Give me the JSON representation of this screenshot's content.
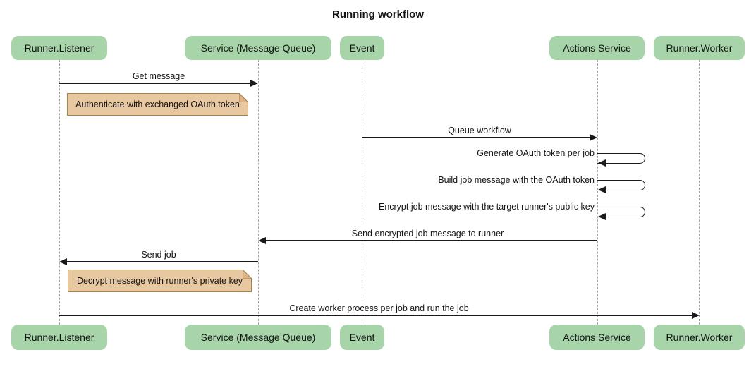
{
  "title": "Running workflow",
  "diagram_type": "sequence-diagram",
  "colors": {
    "participant_fill": "#a8d4a9",
    "note_fill": "#e8c8a0",
    "note_border": "#aa8347",
    "note_fold": "#dcb287",
    "lifeline_color": "#a3a3a3",
    "arrow_color": "#1a1a1a",
    "text_color": "#141414",
    "bg": "#ffffff"
  },
  "participants": [
    {
      "label": "Runner.Listener"
    },
    {
      "label": "Service (Message Queue)"
    },
    {
      "label": "Event"
    },
    {
      "label": "Actions Service"
    },
    {
      "label": "Runner.Worker"
    }
  ],
  "messages": [
    {
      "label": "Get message",
      "from": "Runner.Listener",
      "to": "Service (Message Queue)",
      "kind": "arrow-right"
    },
    {
      "label": "Queue workflow",
      "from": "Event",
      "to": "Actions Service",
      "kind": "arrow-right"
    },
    {
      "label": "Generate OAuth token per job",
      "from": "Actions Service",
      "to": "Actions Service",
      "kind": "self-loop"
    },
    {
      "label": "Build job message with the OAuth token",
      "from": "Actions Service",
      "to": "Actions Service",
      "kind": "self-loop"
    },
    {
      "label": "Encrypt job message with the target runner's public key",
      "from": "Actions Service",
      "to": "Actions Service",
      "kind": "self-loop"
    },
    {
      "label": "Send encrypted job message to runner",
      "from": "Actions Service",
      "to": "Service (Message Queue)",
      "kind": "arrow-left"
    },
    {
      "label": "Send job",
      "from": "Service (Message Queue)",
      "to": "Runner.Listener",
      "kind": "arrow-left"
    },
    {
      "label": "Create worker process per job and run the job",
      "from": "Runner.Listener",
      "to": "Runner.Worker",
      "kind": "arrow-right"
    }
  ],
  "notes": [
    {
      "label": "Authenticate with exchanged OAuth token",
      "position": "below Get message, between Runner.Listener and Service (Message Queue)"
    },
    {
      "label": "Decrypt message with runner's private key",
      "position": "below Send job, between Runner.Listener and Service (Message Queue)"
    }
  ]
}
